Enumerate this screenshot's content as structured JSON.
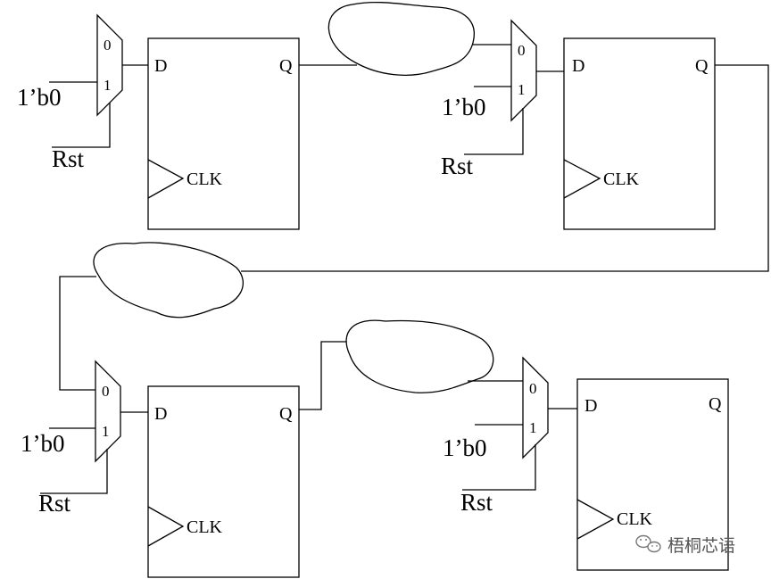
{
  "pins": {
    "d": "D",
    "q": "Q",
    "clk": "CLK"
  },
  "mux_inputs": {
    "in0": "0",
    "in1": "1"
  },
  "stages": [
    {
      "const_label": "1’b0",
      "rst_label": "Rst"
    },
    {
      "const_label": "1’b0",
      "rst_label": "Rst"
    },
    {
      "const_label": "1’b0",
      "rst_label": "Rst"
    },
    {
      "const_label": "1’b0",
      "rst_label": "Rst"
    }
  ],
  "watermark": {
    "text": "梧桐芯语",
    "icon": "wechat-icon"
  }
}
